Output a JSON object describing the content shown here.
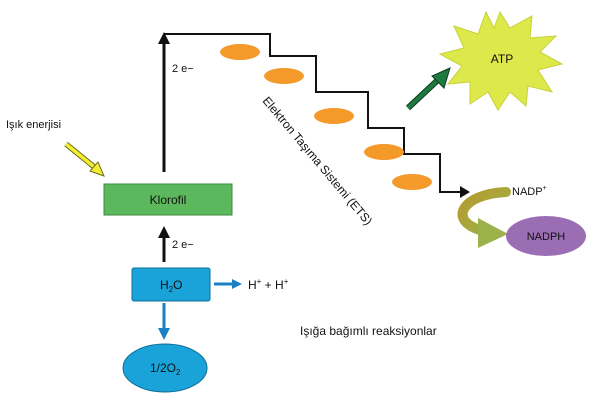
{
  "diagram": {
    "caption": "Işığa bağımlı reaksiyonlar",
    "light_label": "Işık enerjisi",
    "chlorophyll_label": "Klorofil",
    "electrons_up": "2 e−",
    "electrons_from_water": "2 e−",
    "water": {
      "main": "H",
      "sub": "2",
      "tail": "O"
    },
    "protons": {
      "h1": "H",
      "sup1": "+",
      "plus": " + H",
      "sup2": "+"
    },
    "oxygen": {
      "a": "1/2O",
      "sub": "2"
    },
    "ets_label": "Elektron Taşıma Sistemi (ETS)",
    "atp_label": "ATP",
    "nadp": {
      "main": "NADP",
      "sup": "+"
    },
    "nadph_label": "NADPH"
  },
  "colors": {
    "chlorophyll": "#5cb85c",
    "water": "#1aa3d8",
    "carrier": "#f39a2a",
    "atp_burst": "#dde84a",
    "atp_arrow": "#1e7a3e",
    "nadph": "#9b6db3",
    "curve_arrow": "#a89f3c",
    "light_arrow": "#f2ee34",
    "blue_arrow": "#1a82c4"
  }
}
